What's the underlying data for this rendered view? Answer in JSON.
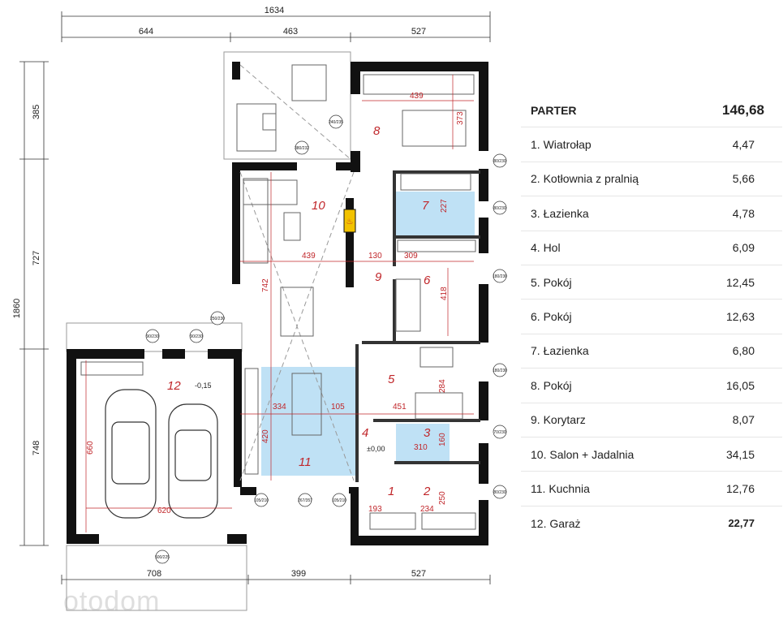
{
  "plan": {
    "top_total": "1634",
    "top_segments": [
      "644",
      "463",
      "527"
    ],
    "bottom_segments": [
      "708",
      "399",
      "527"
    ],
    "left_total": "1860",
    "left_segments": [
      "385",
      "727",
      "748"
    ],
    "rooms": [
      {
        "no": "1"
      },
      {
        "no": "2"
      },
      {
        "no": "3"
      },
      {
        "no": "4"
      },
      {
        "no": "5"
      },
      {
        "no": "6"
      },
      {
        "no": "7"
      },
      {
        "no": "8"
      },
      {
        "no": "9"
      },
      {
        "no": "10"
      },
      {
        "no": "11"
      },
      {
        "no": "12"
      }
    ],
    "inner_dims": [
      "439",
      "373",
      "227",
      "439",
      "130",
      "309",
      "742",
      "418",
      "334",
      "105",
      "451",
      "284",
      "420",
      "310",
      "160",
      "620",
      "660",
      "193",
      "234",
      "250"
    ],
    "levels": [
      "-0,15",
      "±0,00"
    ],
    "door_tags": [
      "240/235",
      "380/232",
      "80/230",
      "80/230",
      "180/230",
      "250/230",
      "90/230",
      "90/230",
      "180/230",
      "70/230",
      "80/230",
      "105/210",
      "267/357",
      "105/210",
      "500/225"
    ],
    "colors": {
      "wall": "#111111",
      "room_no": "#c0262a",
      "wet_fill": "#bfe1f5",
      "fireplace": "#f2c200"
    }
  },
  "table": {
    "header": {
      "label": "PARTER",
      "value": "146,68"
    },
    "rows": [
      {
        "label": "1. Wiatrołap",
        "value": "4,47"
      },
      {
        "label": "2. Kotłownia z pralnią",
        "value": "5,66"
      },
      {
        "label": "3. Łazienka",
        "value": "4,78"
      },
      {
        "label": "4. Hol",
        "value": "6,09"
      },
      {
        "label": "5. Pokój",
        "value": "12,45"
      },
      {
        "label": "6. Pokój",
        "value": "12,63"
      },
      {
        "label": "7. Łazienka",
        "value": "6,80"
      },
      {
        "label": "8. Pokój",
        "value": "16,05"
      },
      {
        "label": "9. Korytarz",
        "value": "8,07"
      },
      {
        "label": "10. Salon + Jadalnia",
        "value": "34,15"
      },
      {
        "label": "11. Kuchnia",
        "value": "12,76"
      },
      {
        "label": "12. Garaż",
        "value": "22,77"
      }
    ]
  }
}
